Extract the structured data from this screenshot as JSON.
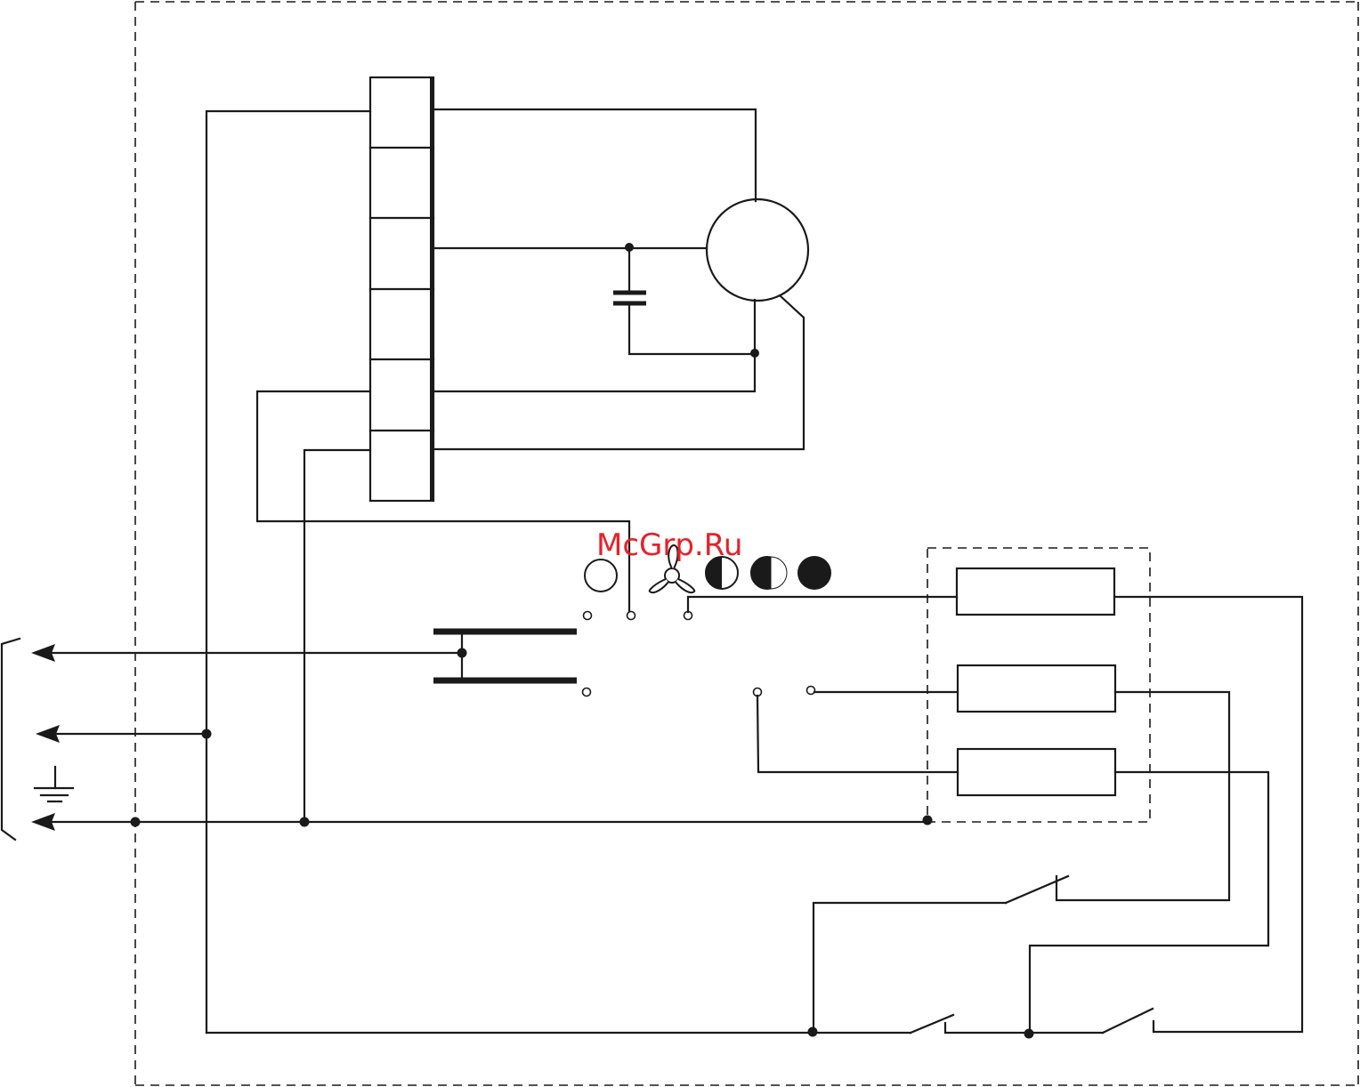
{
  "watermark": {
    "text": "McGrp.Ru",
    "color": "#e8202a"
  },
  "colors": {
    "line": "#1a1a1a",
    "background": "#ffffff"
  },
  "icons": {
    "off_mode": "circle-outline-icon",
    "fan_mode": "fan-icon",
    "low_heat_mode": "half-filled-circle-left-icon",
    "medium_heat_mode": "half-filled-circle-right-icon",
    "high_heat_mode": "filled-circle-icon",
    "ground": "ground-symbol-icon",
    "motor": "fan-motor-circle",
    "capacitor": "capacitor-symbol",
    "connector": "six-terminal-connector-block"
  }
}
